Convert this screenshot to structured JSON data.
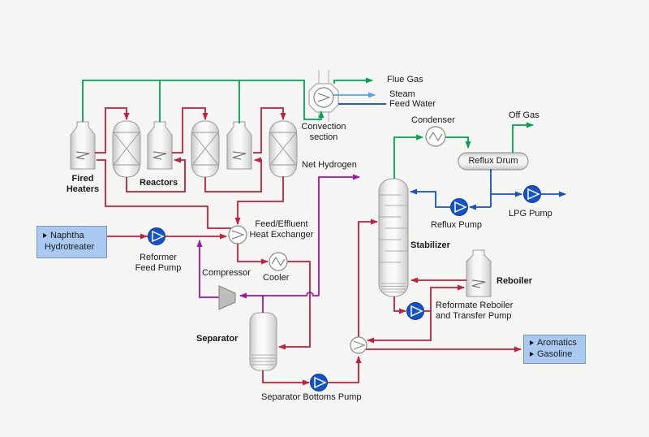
{
  "colors": {
    "background": "#f5f5f4",
    "line_red": "#c2203d",
    "line_green": "#00a550",
    "line_purple": "#a213a8",
    "line_blue": "#1352c8",
    "steam_blue": "#4da3f2",
    "feed_water_blue": "#0946c8",
    "pump_fill": "#1352c8",
    "box_fill": "#a9c9f1",
    "box_border": "#8094b8",
    "vessel_stroke": "#9a9a9a",
    "text": "#1a1a1a"
  },
  "labels": {
    "flue_gas": "Flue Gas",
    "steam": "Steam",
    "feed_water": "Feed Water",
    "convection_section": "Convection\nsection",
    "condenser": "Condenser",
    "off_gas": "Off Gas",
    "reflux_drum": "Reflux Drum",
    "net_hydrogen": "Net Hydrogen",
    "fired_heaters": "Fired\nHeaters",
    "reactors": "Reactors",
    "reformer_feed_pump": "Reformer\nFeed Pump",
    "feed_effluent_hx": "Feed/Effluent\nHeat Exchanger",
    "compressor": "Compressor",
    "cooler": "Cooler",
    "separator": "Separator",
    "separator_bottoms_pump": "Separator Bottoms Pump",
    "stabilizer": "Stabilizer",
    "reboiler": "Reboiler",
    "reformate_pump": "Reformate Reboiler\nand Transfer Pump",
    "reflux_pump": "Reflux Pump",
    "lpg_pump": "LPG Pump"
  },
  "boxes": {
    "naphtha_hydrotreater": {
      "line1": "Naphtha",
      "line2": "Hydrotreater"
    },
    "products": {
      "line1": "Aromatics",
      "line2": "Gasoline"
    }
  }
}
